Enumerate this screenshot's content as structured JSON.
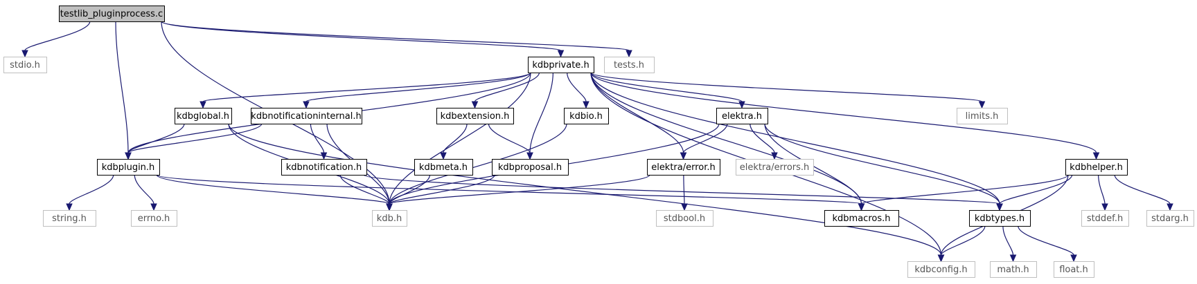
{
  "colors": {
    "edge": "#191970",
    "internal_border": "#000000",
    "external_border": "#bfbfbf",
    "root_fill": "#bfbfbf",
    "external_text": "#555555"
  },
  "nodes": {
    "testlib": {
      "label": "testlib_pluginprocess.c",
      "kind": "root"
    },
    "stdio": {
      "label": "stdio.h",
      "kind": "external"
    },
    "kdbprivate": {
      "label": "kdbprivate.h",
      "kind": "internal"
    },
    "tests": {
      "label": "tests.h",
      "kind": "external"
    },
    "kdbglobal": {
      "label": "kdbglobal.h",
      "kind": "internal"
    },
    "kdbnotifint": {
      "label": "kdbnotificationinternal.h",
      "kind": "internal"
    },
    "kdbextension": {
      "label": "kdbextension.h",
      "kind": "internal"
    },
    "kdbio": {
      "label": "kdbio.h",
      "kind": "internal"
    },
    "elektra": {
      "label": "elektra.h",
      "kind": "internal"
    },
    "limits": {
      "label": "limits.h",
      "kind": "external"
    },
    "kdbplugin": {
      "label": "kdbplugin.h",
      "kind": "internal"
    },
    "kdbnotif": {
      "label": "kdbnotification.h",
      "kind": "internal"
    },
    "kdbmeta": {
      "label": "kdbmeta.h",
      "kind": "internal"
    },
    "kdbproposal": {
      "label": "kdbproposal.h",
      "kind": "internal"
    },
    "elektraerror": {
      "label": "elektra/error.h",
      "kind": "internal"
    },
    "elektraerrors": {
      "label": "elektra/errors.h",
      "kind": "external"
    },
    "kdbhelper": {
      "label": "kdbhelper.h",
      "kind": "internal"
    },
    "string": {
      "label": "string.h",
      "kind": "external"
    },
    "errno": {
      "label": "errno.h",
      "kind": "external"
    },
    "kdb": {
      "label": "kdb.h",
      "kind": "external"
    },
    "stdbool": {
      "label": "stdbool.h",
      "kind": "external"
    },
    "kdbmacros": {
      "label": "kdbmacros.h",
      "kind": "internal"
    },
    "kdbtypes": {
      "label": "kdbtypes.h",
      "kind": "internal"
    },
    "stddef": {
      "label": "stddef.h",
      "kind": "external"
    },
    "stdarg": {
      "label": "stdarg.h",
      "kind": "external"
    },
    "kdbconfig": {
      "label": "kdbconfig.h",
      "kind": "external"
    },
    "math": {
      "label": "math.h",
      "kind": "external"
    },
    "float": {
      "label": "float.h",
      "kind": "external"
    }
  },
  "edges": [
    [
      "testlib",
      "stdio"
    ],
    [
      "testlib",
      "kdbprivate"
    ],
    [
      "testlib",
      "tests"
    ],
    [
      "testlib",
      "kdbplugin"
    ],
    [
      "testlib",
      "kdb"
    ],
    [
      "kdbprivate",
      "kdbglobal"
    ],
    [
      "kdbprivate",
      "kdbnotifint"
    ],
    [
      "kdbprivate",
      "kdbextension"
    ],
    [
      "kdbprivate",
      "kdbio"
    ],
    [
      "kdbprivate",
      "elektra"
    ],
    [
      "kdbprivate",
      "limits"
    ],
    [
      "kdbprivate",
      "kdbhelper"
    ],
    [
      "kdbprivate",
      "kdbplugin"
    ],
    [
      "kdbprivate",
      "kdbproposal"
    ],
    [
      "kdbprivate",
      "elektraerror"
    ],
    [
      "kdbprivate",
      "kdb"
    ],
    [
      "kdbprivate",
      "kdbmacros"
    ],
    [
      "kdbprivate",
      "kdbtypes"
    ],
    [
      "kdbprivate",
      "kdbconfig"
    ],
    [
      "kdbglobal",
      "kdbplugin"
    ],
    [
      "kdbglobal",
      "kdb"
    ],
    [
      "kdbglobal",
      "kdbconfig"
    ],
    [
      "kdbnotifint",
      "kdbplugin"
    ],
    [
      "kdbnotifint",
      "kdbnotif"
    ],
    [
      "kdbnotifint",
      "kdb"
    ],
    [
      "kdbextension",
      "kdbmeta"
    ],
    [
      "kdbextension",
      "kdbproposal"
    ],
    [
      "kdbio",
      "kdb"
    ],
    [
      "elektra",
      "elektraerror"
    ],
    [
      "elektra",
      "elektraerrors"
    ],
    [
      "elektra",
      "kdb"
    ],
    [
      "elektra",
      "kdbmacros"
    ],
    [
      "elektra",
      "kdbtypes"
    ],
    [
      "kdbplugin",
      "string"
    ],
    [
      "kdbplugin",
      "errno"
    ],
    [
      "kdbplugin",
      "kdb"
    ],
    [
      "kdbplugin",
      "kdbmacros"
    ],
    [
      "kdbnotif",
      "kdb"
    ],
    [
      "kdbnotif",
      "kdbtypes"
    ],
    [
      "kdbmeta",
      "kdb"
    ],
    [
      "kdbproposal",
      "kdb"
    ],
    [
      "elektraerror",
      "kdb"
    ],
    [
      "elektraerror",
      "stdbool"
    ],
    [
      "kdbhelper",
      "kdbmacros"
    ],
    [
      "kdbhelper",
      "kdbtypes"
    ],
    [
      "kdbhelper",
      "stddef"
    ],
    [
      "kdbhelper",
      "stdarg"
    ],
    [
      "kdbhelper",
      "kdbconfig"
    ],
    [
      "kdbtypes",
      "kdbconfig"
    ],
    [
      "kdbtypes",
      "math"
    ],
    [
      "kdbtypes",
      "float"
    ]
  ]
}
